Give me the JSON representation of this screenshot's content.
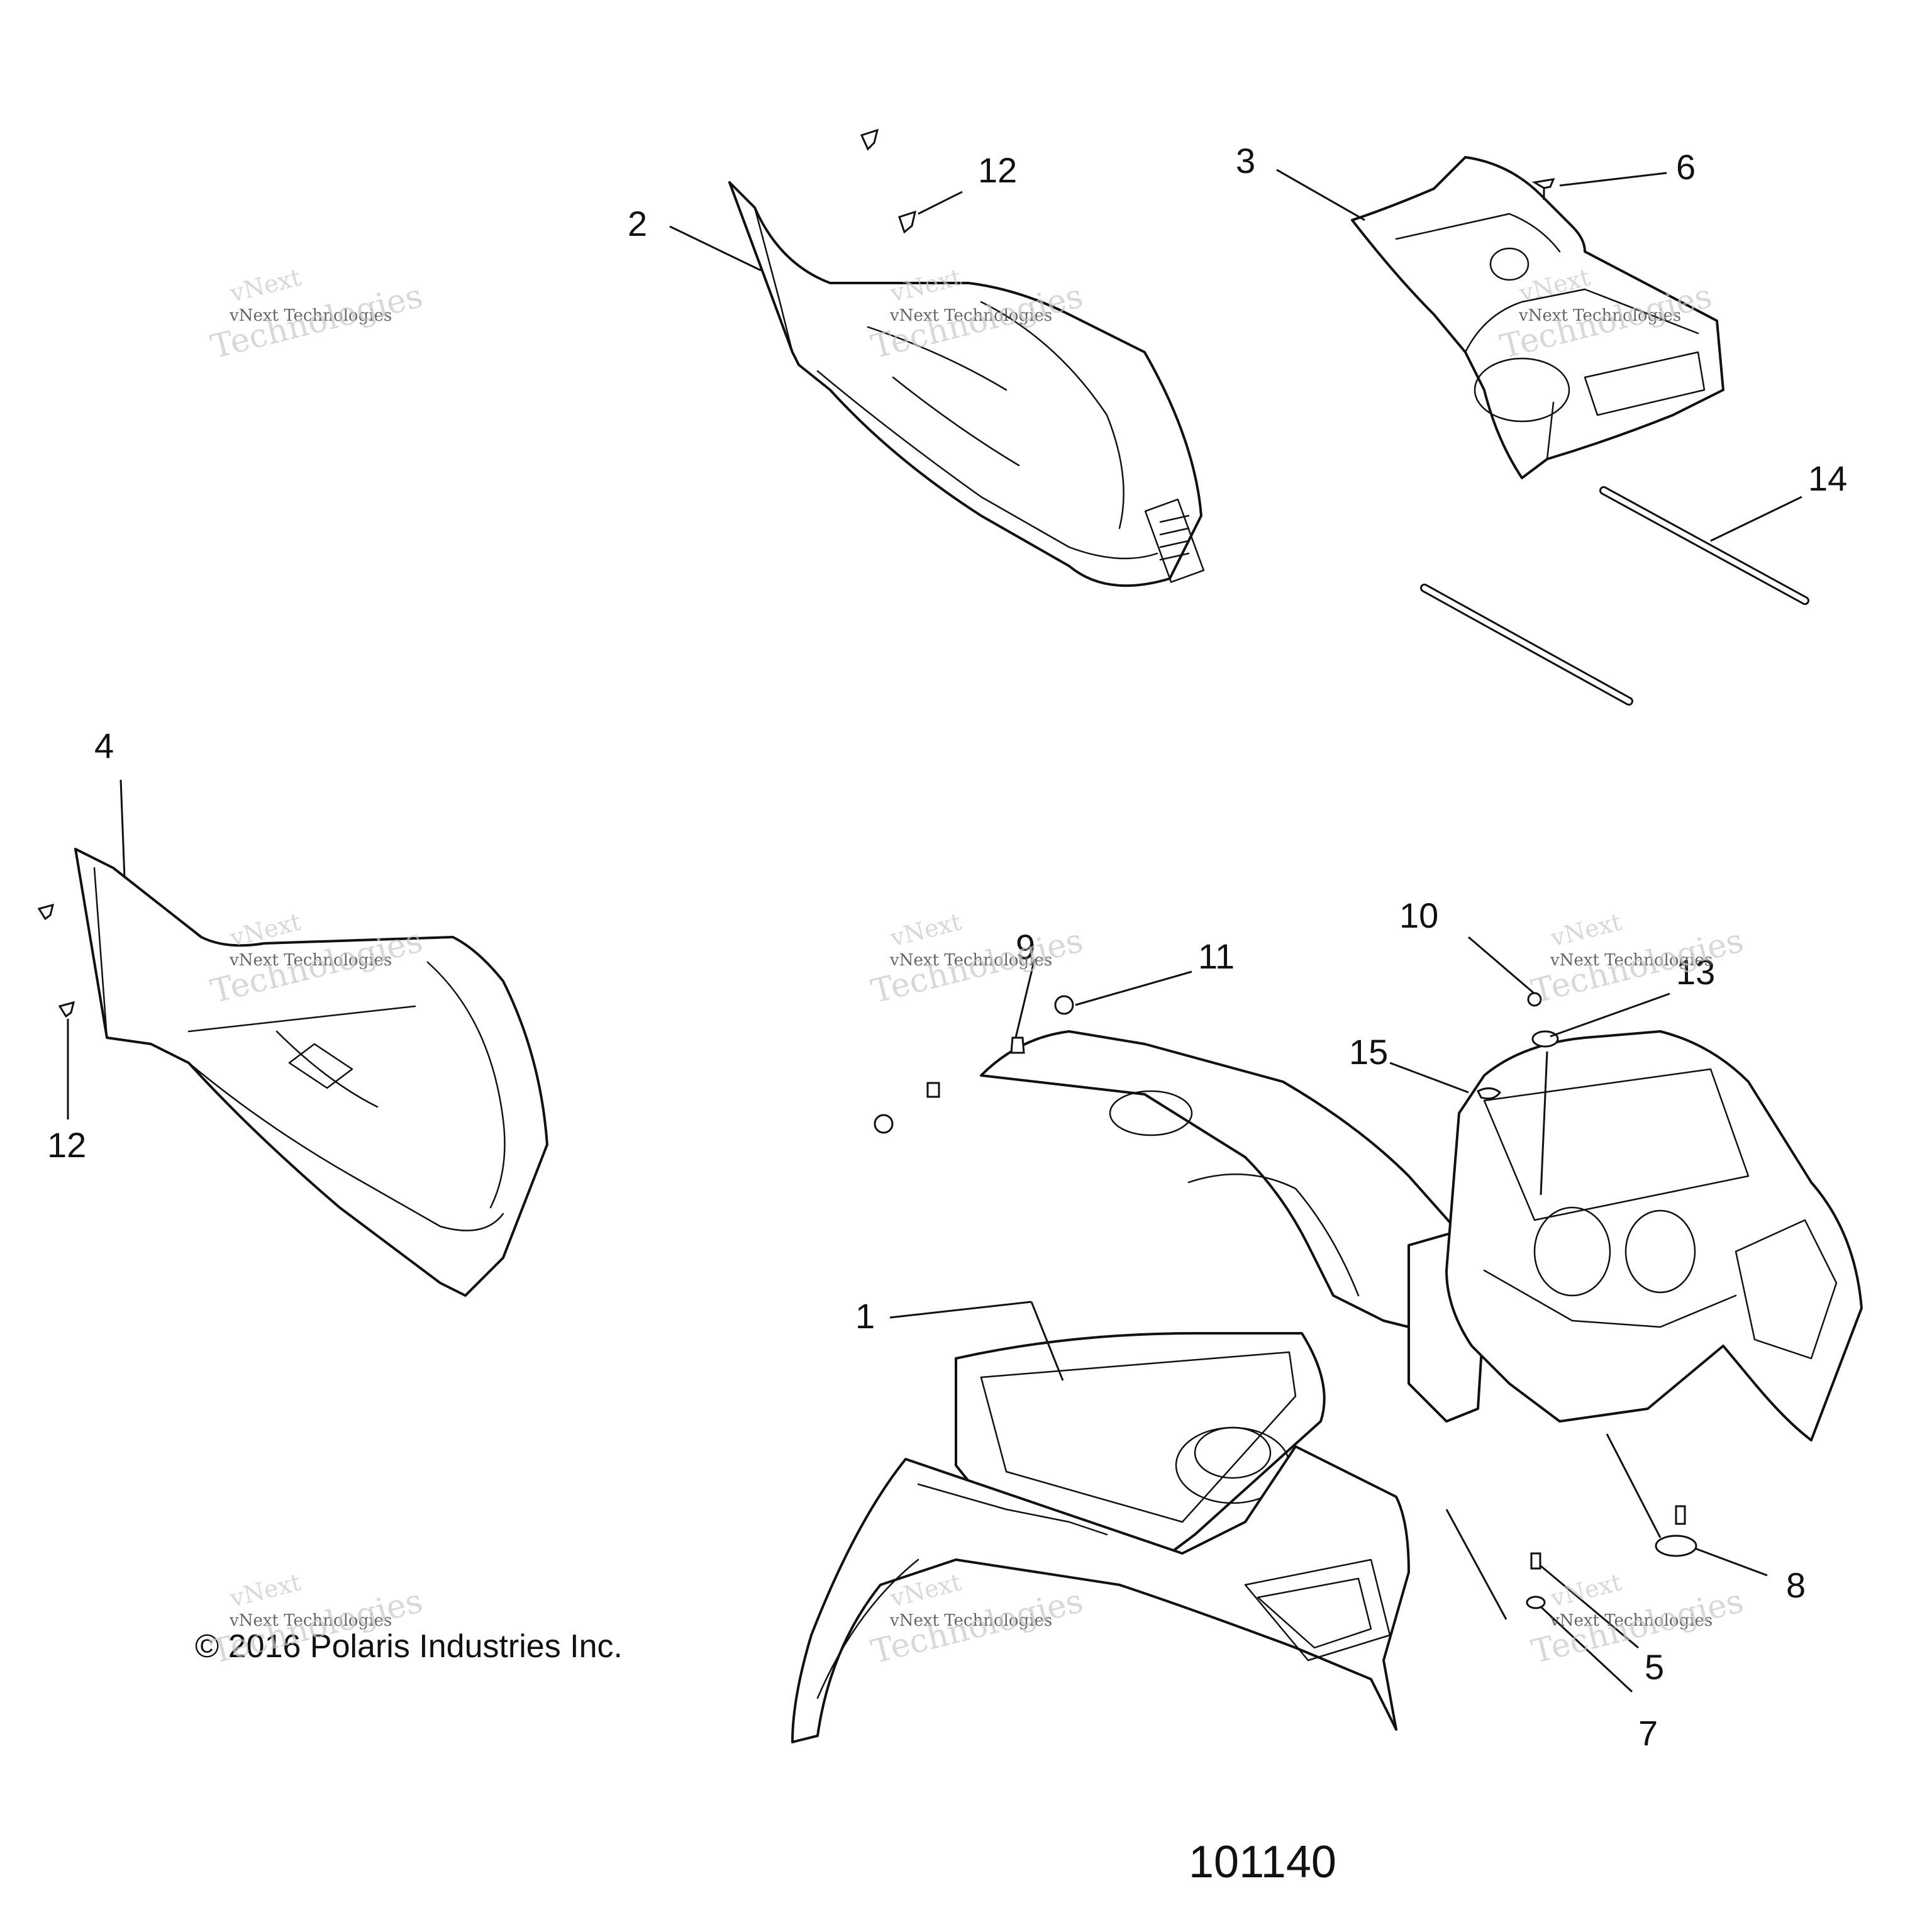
{
  "callouts": {
    "c1": "1",
    "c2": "2",
    "c3": "3",
    "c4": "4",
    "c5": "5",
    "c6": "6",
    "c7": "7",
    "c8": "8",
    "c9": "9",
    "c10": "10",
    "c11": "11",
    "c12a": "12",
    "c12b": "12",
    "c13": "13",
    "c14": "14",
    "c15": "15"
  },
  "copyright": "© 2016 Polaris Industries Inc.",
  "figure_number": "101140",
  "watermark": {
    "line1": "vNext Technologies",
    "line2": "vNext",
    "line3": "Technologies"
  }
}
